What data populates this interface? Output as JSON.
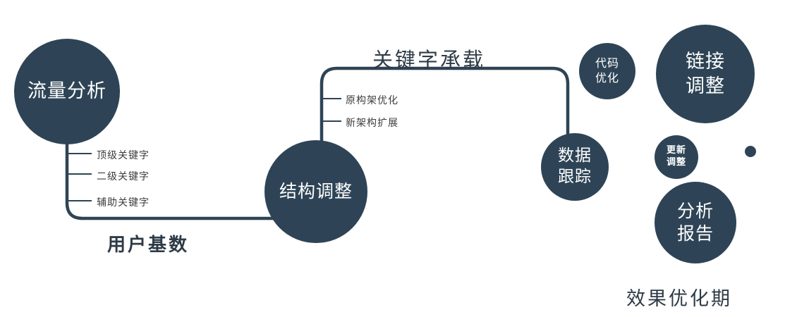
{
  "colors": {
    "primary": "#2e4456",
    "text_dark": "#2e3b47",
    "branch_text": "#3c3c3c",
    "background": "#ffffff"
  },
  "nodes": {
    "traffic": {
      "label": "流量分析"
    },
    "structure": {
      "label": "结构调整"
    },
    "tracking": {
      "label": "数据\n跟踪"
    },
    "code": {
      "label": "代码\n优化"
    },
    "link": {
      "label": "链接\n调整"
    },
    "update": {
      "label": "更新\n调整"
    },
    "report": {
      "label": "分析\n报告"
    }
  },
  "edges": {
    "user_base": "用户基数",
    "keyword_carry": "关键字承载"
  },
  "branches": {
    "left": [
      "顶级关键字",
      "二级关键字",
      "辅助关键字"
    ],
    "middle": [
      "原构架优化",
      "新架构扩展"
    ]
  },
  "footer": "效果优化期"
}
